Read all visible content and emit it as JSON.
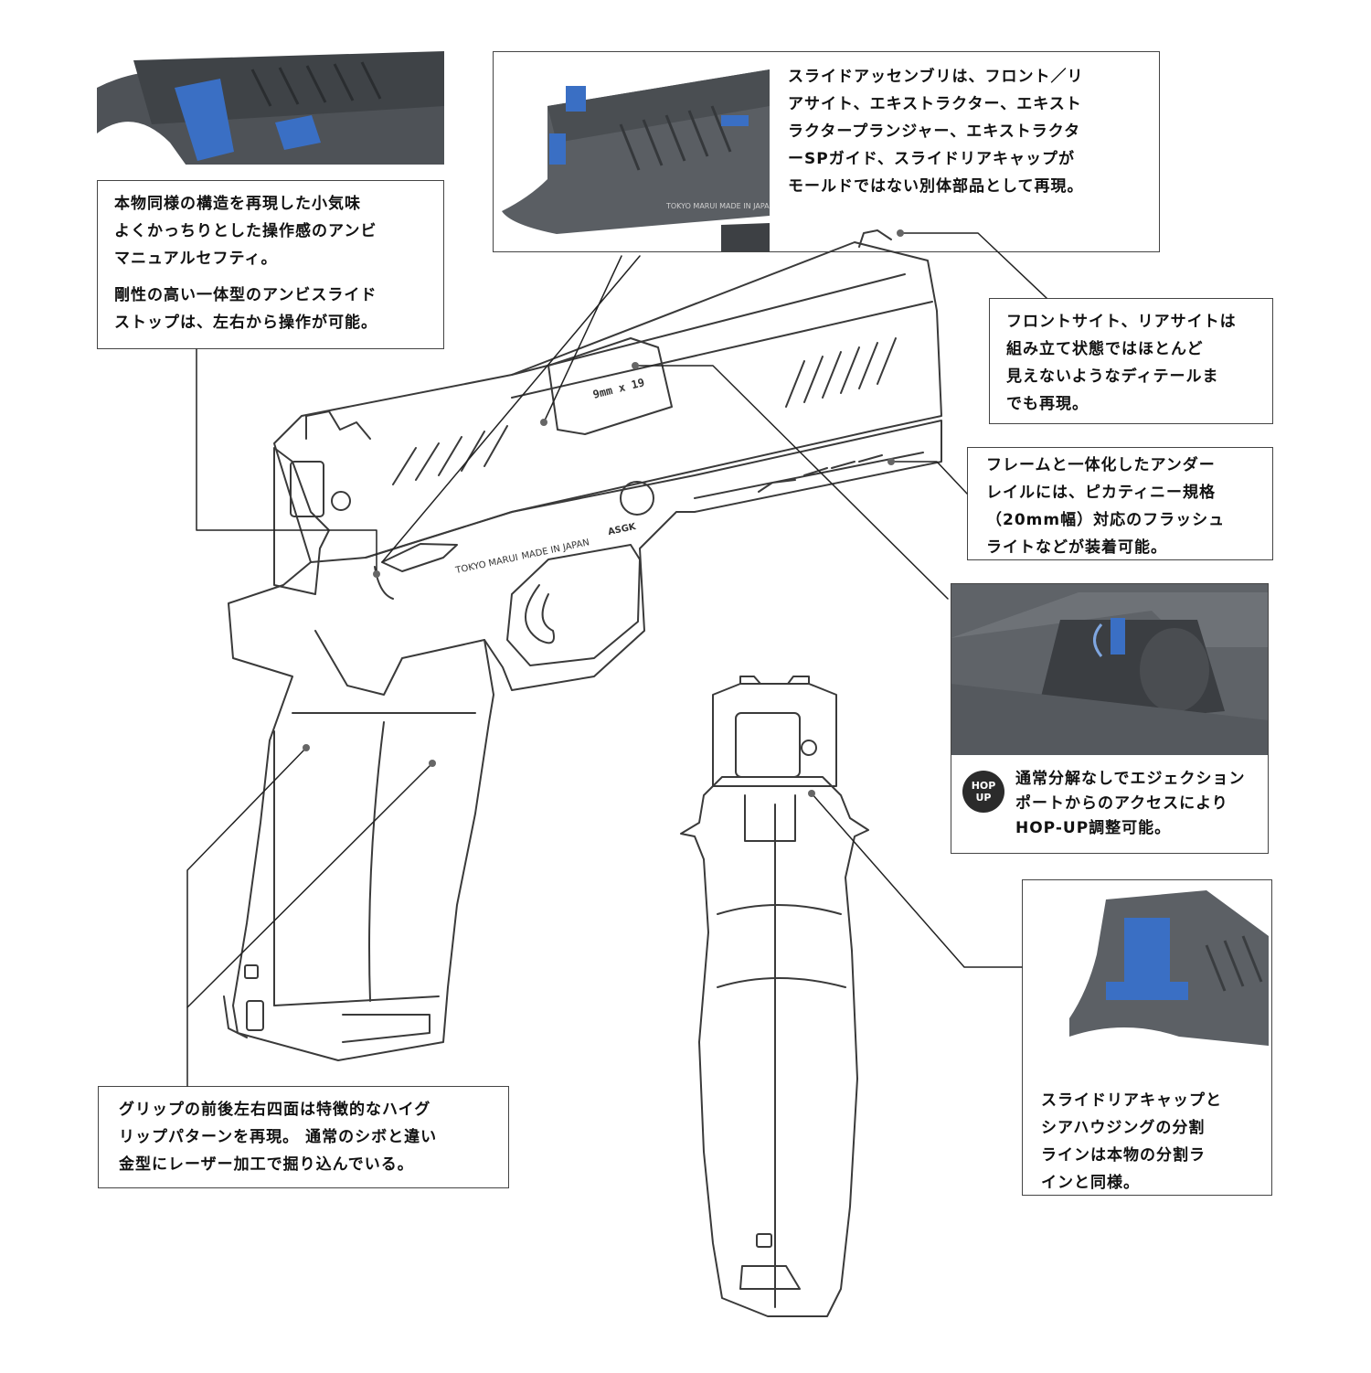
{
  "callouts": {
    "safety": {
      "text": "本物同様の構造を再現した小気味\nよくかっちりとした操作感のアンビ\nマニュアルセフティ。"
    },
    "slide_stop": {
      "text": "剛性の高い一体型のアンビスライド\nストップは、左右から操作が可能。"
    },
    "slide_assembly": {
      "text": "スライドアッセンブリは、フロント／リ\nアサイト、エキストラクター、エキスト\nラクタープランジャー、エキストラクタ\nーSPガイド、スライドリアキャップが\nモールドではない別体部品として再現。"
    },
    "sights": {
      "text": "フロントサイト、リアサイトは\n組み立て状態ではほとんど\n見えないようなディテールま\nでも再現。"
    },
    "rail": {
      "text": "フレームと一体化したアンダー\nレイルには、ピカティニー規格\n（20mm幅）対応のフラッシュ\nライトなどが装着可能。"
    },
    "hopup": {
      "text": "通常分解なしでエジェクション\nポートからのアクセスにより\nHOP-UP調整可能。",
      "logo_text": "HOP UP"
    },
    "rear_cap": {
      "text": "スライドリアキャップと\nシアハウジングの分割\nラインは本物の分割ラ\nインと同様。"
    },
    "grip": {
      "text": "グリップの前後左右四面は特徴的なハイグ\nリップパターンを再現。 通常のシボと違い\n金型にレーザー加工で掘り込んでいる。"
    }
  },
  "markings": {
    "caliber": "9mm x 19",
    "maker": "TOKYO MARUI",
    "made_in": "MADE IN JAPAN",
    "asgk": "ASGK",
    "slide_maker": "TOKYO MARUI",
    "slide_made_in": "MADE IN JAPAN"
  },
  "colors": {
    "part_highlight": "#3a6fc4",
    "photo_gray": "#5d6166",
    "line": "#444444"
  }
}
